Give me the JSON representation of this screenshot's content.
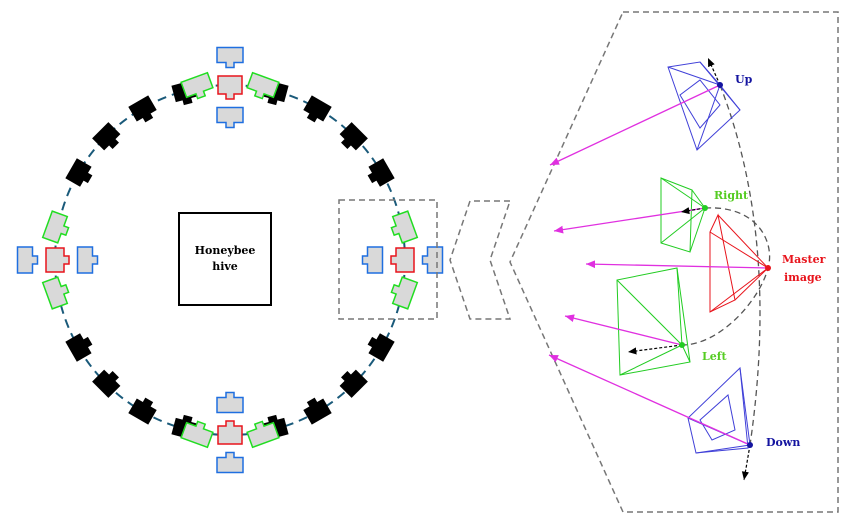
{
  "hive": {
    "line1": "Honeybee",
    "line2": "hive"
  },
  "camera_labels": {
    "up": "Up",
    "right": "Right",
    "master_line1": "Master",
    "master_line2": "image",
    "left": "Left",
    "down": "Down"
  },
  "colors": {
    "master": "#e8141c",
    "side": "#22dd22",
    "updown": "#1f6fe0",
    "camera_fill": "#d9d9d9",
    "ring": "#1a5a7a",
    "ray": "#e030e0",
    "frustum_up": "#4040d8",
    "label_up_down": "#1414a0",
    "label_side": "#55cc22",
    "label_master": "#e8141c"
  },
  "icons": {
    "master": "camera-icon",
    "side": "camera-icon",
    "updown": "camera-icon",
    "black": "camera-icon"
  }
}
